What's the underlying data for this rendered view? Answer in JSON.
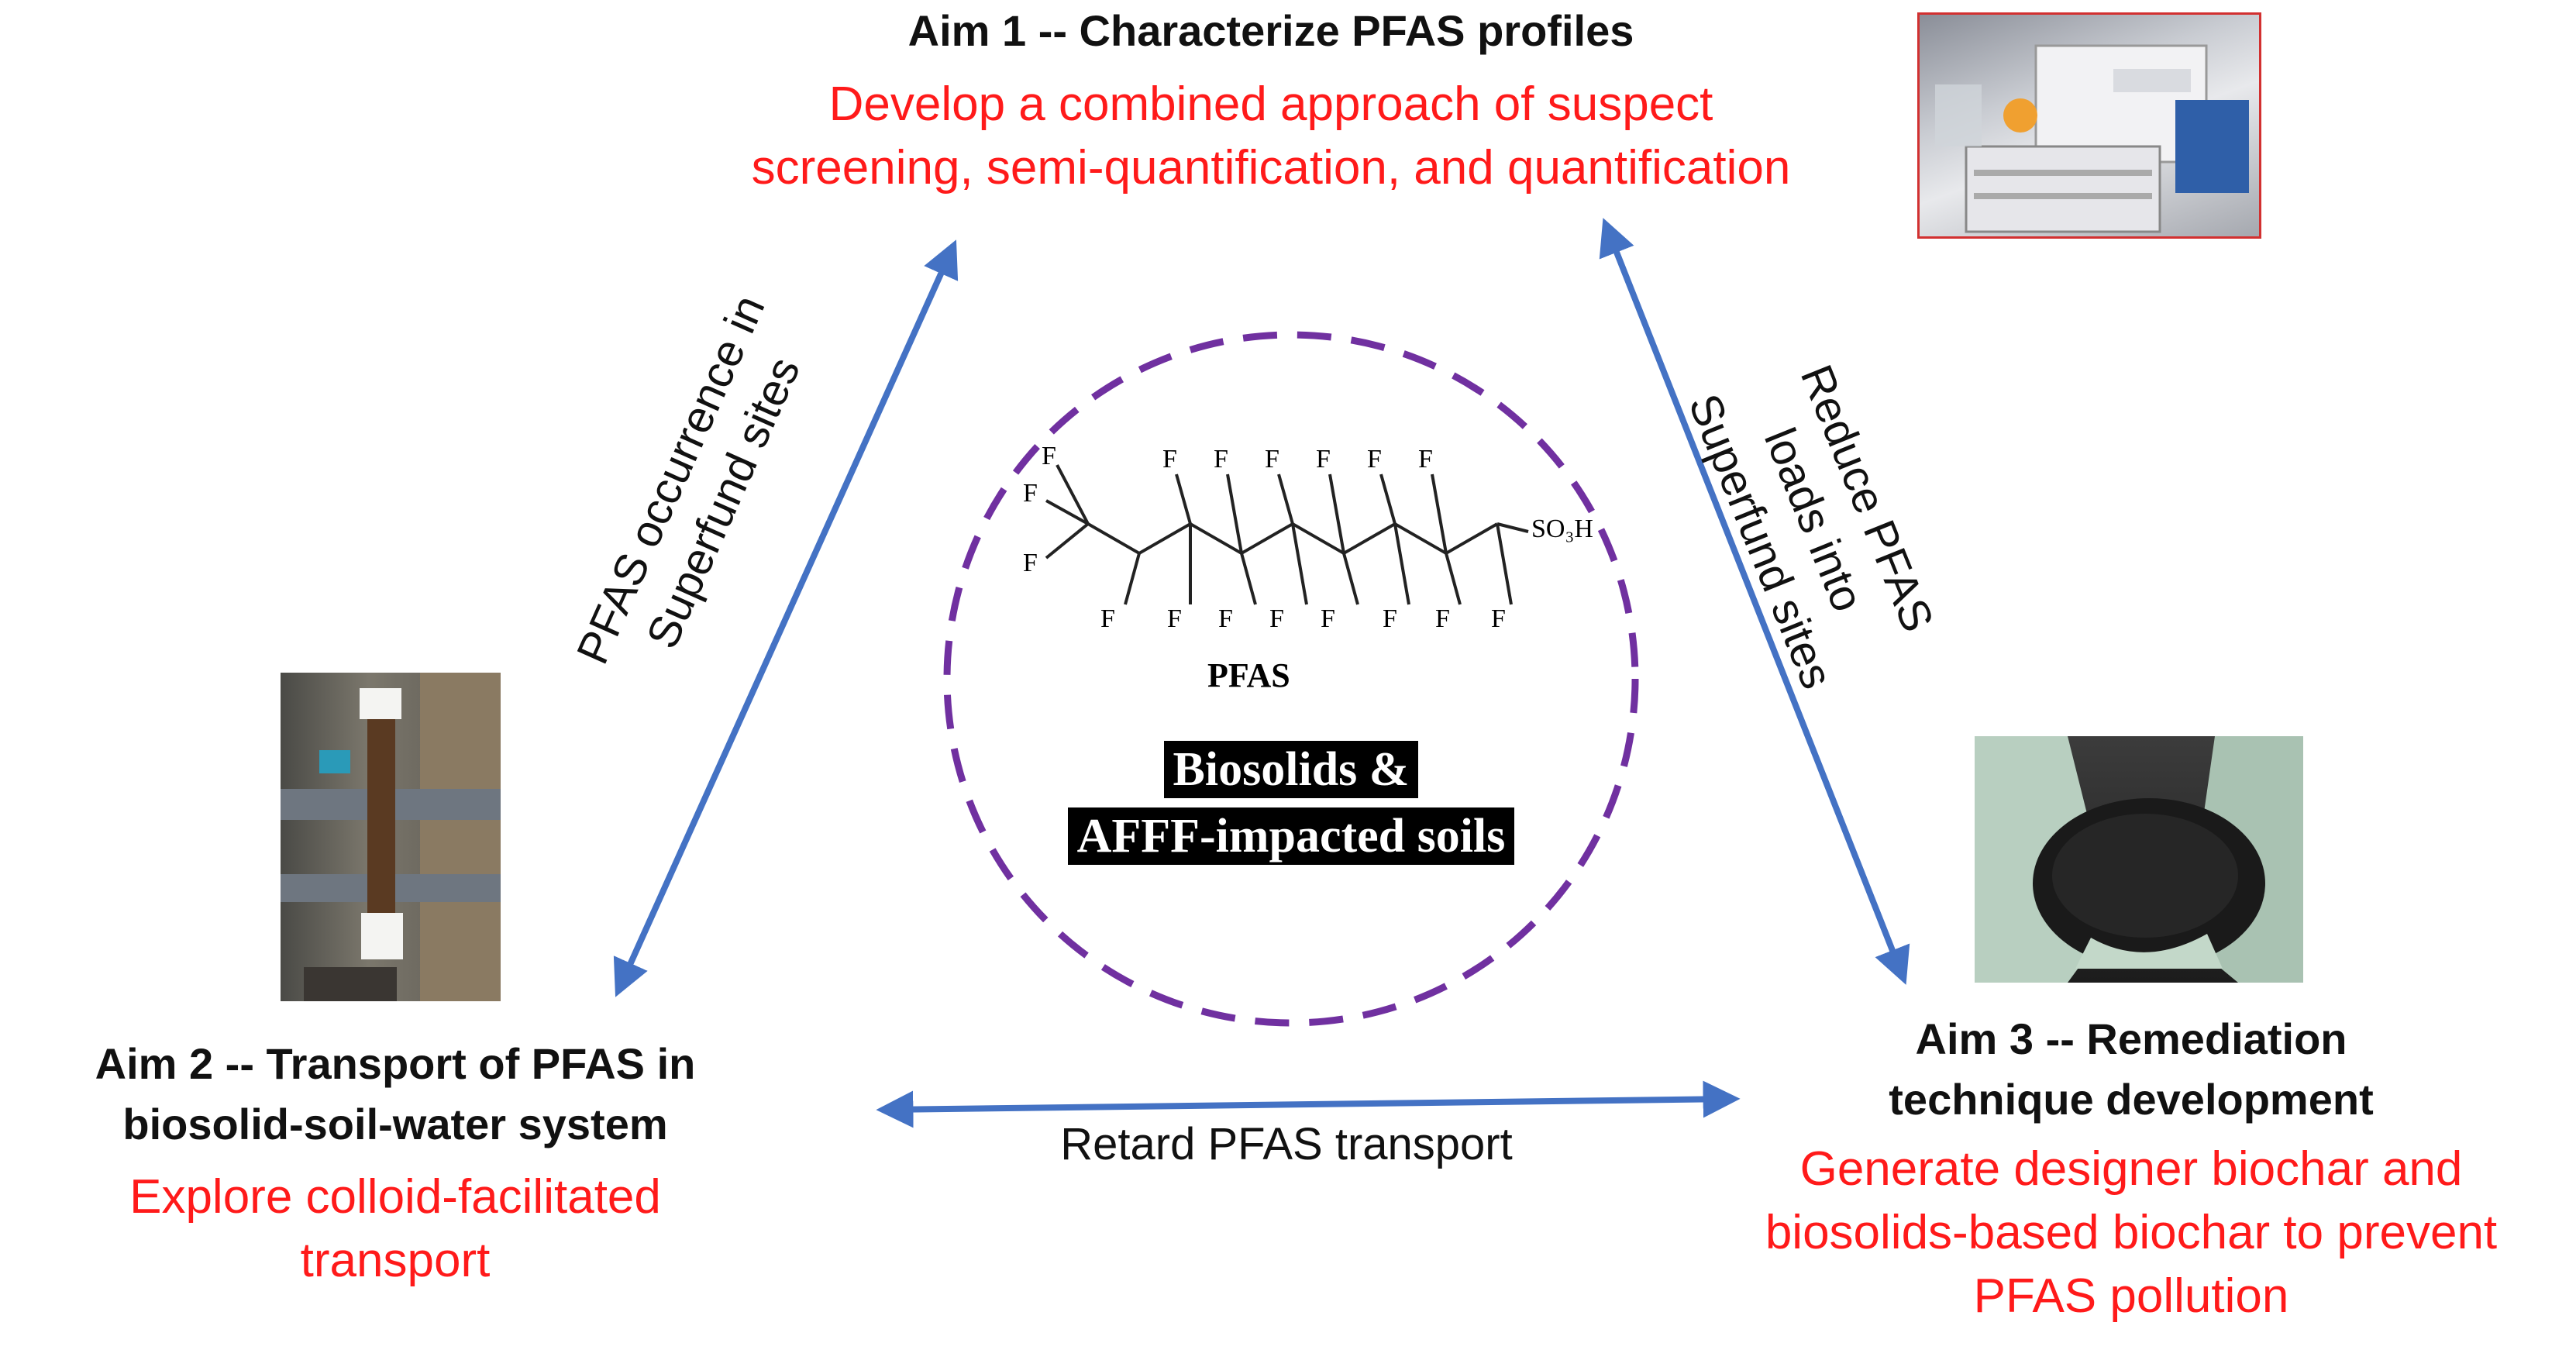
{
  "aim1": {
    "title": "Aim 1 -- Characterize PFAS profiles",
    "subtitle_line1": "Develop a combined approach of suspect",
    "subtitle_line2": "screening, semi-quantification, and quantification"
  },
  "aim2": {
    "title_line1": "Aim 2 -- Transport of PFAS in",
    "title_line2": "biosolid-soil-water system",
    "subtitle_line1": "Explore colloid-facilitated",
    "subtitle_line2": "transport"
  },
  "aim3": {
    "title_line1": "Aim 3 -- Remediation",
    "title_line2": "technique development",
    "subtitle_line1": "Generate designer biochar and",
    "subtitle_line2": "biosolids-based biochar to prevent",
    "subtitle_line3": "PFAS pollution"
  },
  "arrows": {
    "left_line1": "PFAS occurrence in",
    "left_line2": "Superfund sites",
    "right_line1": "Reduce PFAS",
    "right_line2": "loads into",
    "right_line3": "Superfund sites",
    "bottom": "Retard PFAS transport"
  },
  "center": {
    "molecule_name": "PFAS",
    "fluorine": "F",
    "acid_group": "SO₃H",
    "label_line1": "Biosolids &",
    "label_line2": "AFFF-impacted soils"
  },
  "colors": {
    "arrow": "#4472c4",
    "circle": "#7030a0",
    "aim_subtitle": "#ff1a1a"
  },
  "photos": {
    "aim1": "lab-instrument-photo",
    "aim2": "column-apparatus-photo",
    "aim3": "biochar-in-gloved-hands-photo"
  }
}
